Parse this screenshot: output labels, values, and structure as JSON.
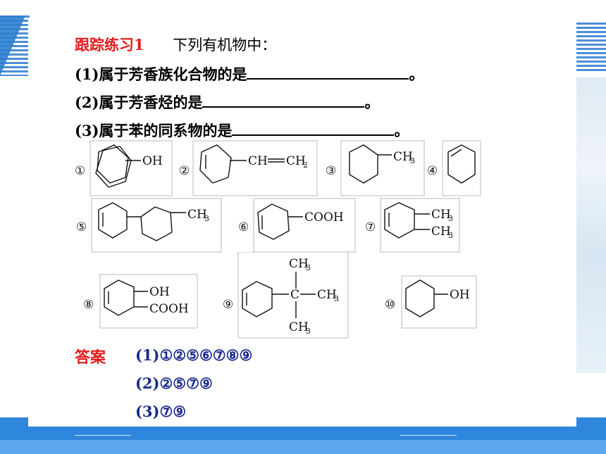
{
  "heading": {
    "label": "跟踪练习1",
    "prompt": "下列有机物中："
  },
  "questions": [
    {
      "text": "(1)属于芳香族化合物的是",
      "end": "。"
    },
    {
      "text": "(2)属于芳香烃的是",
      "end": "。"
    },
    {
      "text": "(3)属于苯的同系物的是",
      "end": "。"
    }
  ],
  "structures": [
    {
      "num": "①",
      "groups": [
        "OH"
      ]
    },
    {
      "num": "②",
      "groups": [
        "CH",
        "CH",
        "2"
      ]
    },
    {
      "num": "③",
      "groups": [
        "CH",
        "3"
      ]
    },
    {
      "num": "④",
      "groups": []
    },
    {
      "num": "⑤",
      "groups": [
        "CH",
        "3"
      ]
    },
    {
      "num": "⑥",
      "groups": [
        "COOH"
      ]
    },
    {
      "num": "⑦",
      "groups": [
        "CH",
        "3",
        "CH",
        "3"
      ]
    },
    {
      "num": "⑧",
      "groups": [
        "OH",
        "COOH"
      ]
    },
    {
      "num": "⑨",
      "groups": [
        "CH",
        "3",
        "C",
        "CH",
        "3",
        "CH",
        "3"
      ]
    },
    {
      "num": "⑩",
      "groups": [
        "OH"
      ]
    }
  ],
  "answer": {
    "label": "答案",
    "lines": [
      "(1)①②⑤⑥⑦⑧⑨",
      "(2)②⑤⑦⑨",
      "(3)⑦⑨"
    ]
  },
  "colors": {
    "accent_red": "#e21d1d",
    "answer_blue": "#1a2a8a",
    "footer_blue": "#2f86dd"
  }
}
